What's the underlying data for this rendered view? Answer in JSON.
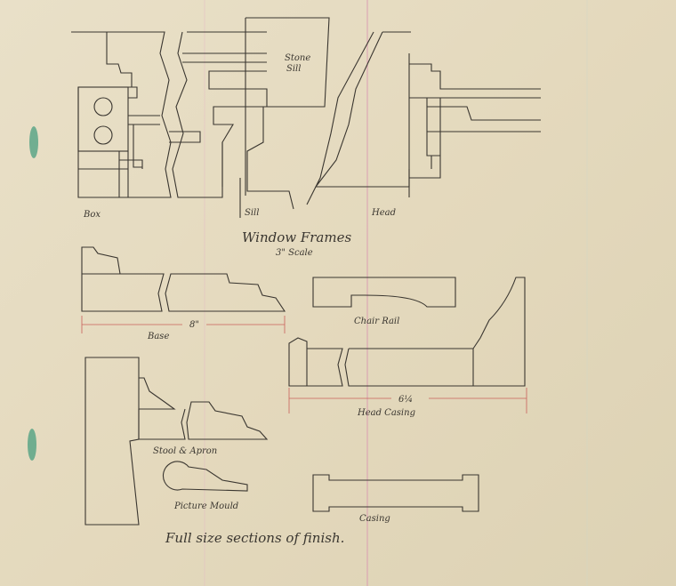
{
  "drawing": {
    "window_frames": {
      "title": "Window Frames",
      "scale": "3\" Scale",
      "box_label": "Box",
      "sill_label": "Sill",
      "head_label": "Head",
      "stone_sill_label_1": "Stone",
      "stone_sill_label_2": "Sill"
    },
    "sections": {
      "base_label": "Base",
      "base_dimension": "8\"",
      "chair_rail_label": "Chair Rail",
      "head_casing_label": "Head Casing",
      "head_casing_dimension": "6¼",
      "stool_apron_label": "Stool & Apron",
      "picture_mould_label": "Picture Mould",
      "casing_label": "Casing"
    },
    "footer_title": "Full size sections of finish.",
    "colors": {
      "paper": "#e6dcc2",
      "ink": "#3a3630",
      "dimension": "#c9605a",
      "margin_line": "#d88fb0"
    }
  }
}
